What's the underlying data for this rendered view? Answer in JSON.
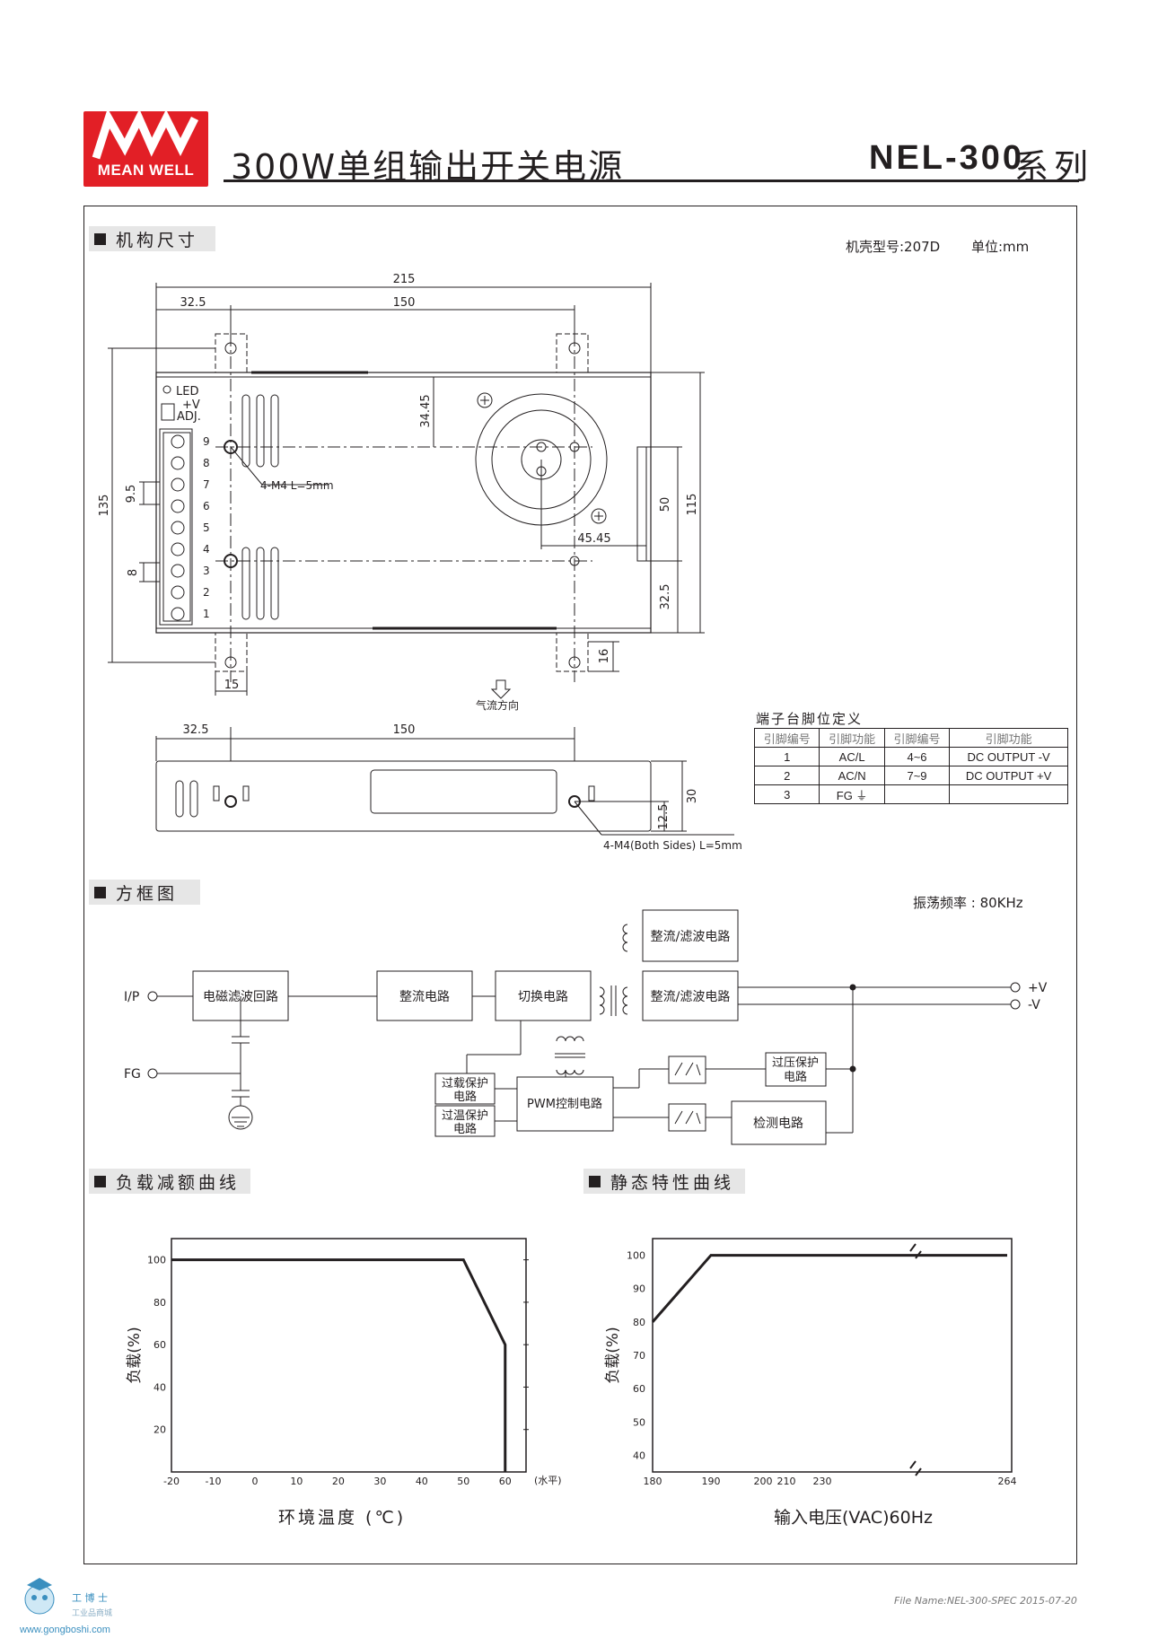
{
  "header": {
    "logo_text": "MEAN WELL",
    "title": "300W单组输出开关电源",
    "series_model": "NEL-300",
    "series_suffix": "系列"
  },
  "sections": {
    "mechanical": "机构尺寸",
    "block_diagram": "方框图",
    "derating": "负载减额曲线",
    "static": "静态特性曲线"
  },
  "mechanical": {
    "case_no": "机壳型号:207D",
    "unit": "单位:mm",
    "dims": {
      "d215": "215",
      "d150": "150",
      "d32_5": "32.5",
      "d34_45": "34.45",
      "d135": "135",
      "d9_5": "9.5",
      "d8": "8",
      "d50": "50",
      "d115": "115",
      "d45_45": "45.45",
      "d32_5b": "32.5",
      "d16": "16",
      "d15": "15",
      "d30": "30",
      "d12_5": "12.5",
      "d32_5side": "32.5",
      "d150side": "150"
    },
    "led_label": "LED",
    "adj_label_1": "+V",
    "adj_label_2": "ADJ.",
    "screw_note": "4-M4 L=5mm",
    "side_screw_note": "4-M4(Both Sides) L=5mm",
    "airflow": "气流方向",
    "terminal_nums": [
      "9",
      "8",
      "7",
      "6",
      "5",
      "4",
      "3",
      "2",
      "1"
    ]
  },
  "pin_table": {
    "title": "端子台脚位定义",
    "headers": [
      "引脚编号",
      "引脚功能",
      "引脚编号",
      "引脚功能"
    ],
    "rows": [
      [
        "1",
        "AC/L",
        "4~6",
        "DC OUTPUT -V"
      ],
      [
        "2",
        "AC/N",
        "7~9",
        "DC OUTPUT +V"
      ],
      [
        "3",
        "FG ⏚",
        "",
        ""
      ]
    ]
  },
  "block": {
    "osc": "振荡频率 : 80KHz",
    "ip": "I/P",
    "fg": "FG",
    "emi": "电磁滤波回路",
    "rect": "整流电路",
    "switch": "切换电路",
    "rect_filter_top": "整流/滤波电路",
    "rect_filter_main": "整流/滤波电路",
    "ovp_1": "过压保护",
    "ovp_2": "电路",
    "olp_1": "过载保护",
    "olp_2": "电路",
    "otp_1": "过温保护",
    "otp_2": "电路",
    "pwm": "PWM控制电路",
    "detect": "检测电路",
    "out_pos": "+V",
    "out_neg": "-V"
  },
  "derating_chart": {
    "ylabel": "负载(%)",
    "xlabel": "环境温度 (℃)",
    "x_suffix": "(水平)",
    "chart_data": {
      "type": "line",
      "x": [
        -20,
        50,
        60,
        60
      ],
      "y": [
        100,
        100,
        60,
        0
      ],
      "xlim": [
        -20,
        65
      ],
      "ylim": [
        0,
        110
      ],
      "xticks": [
        -20,
        -10,
        0,
        10,
        20,
        30,
        40,
        50,
        60
      ],
      "yticks": [
        20,
        40,
        60,
        80,
        100
      ],
      "xlabel": "环境温度 (℃)",
      "ylabel": "负载(%)"
    }
  },
  "static_chart": {
    "ylabel": "负载(%)",
    "xlabel": "输入电压(VAC)60Hz",
    "chart_data": {
      "type": "line",
      "x": [
        180,
        190,
        264
      ],
      "y": [
        80,
        100,
        100
      ],
      "xticks": [
        "180",
        "190",
        "200",
        "210",
        "230",
        "264"
      ],
      "yticks": [
        40,
        50,
        60,
        70,
        80,
        90,
        100
      ],
      "ylim": [
        35,
        105
      ],
      "xlabel": "输入电压(VAC)60Hz",
      "ylabel": "负载(%)"
    }
  },
  "footer": {
    "file": "File Name:NEL-300-SPEC   2015-07-20",
    "brand": "工 博 士",
    "sub": "工业品商城",
    "site": "www.gongboshi.com"
  }
}
